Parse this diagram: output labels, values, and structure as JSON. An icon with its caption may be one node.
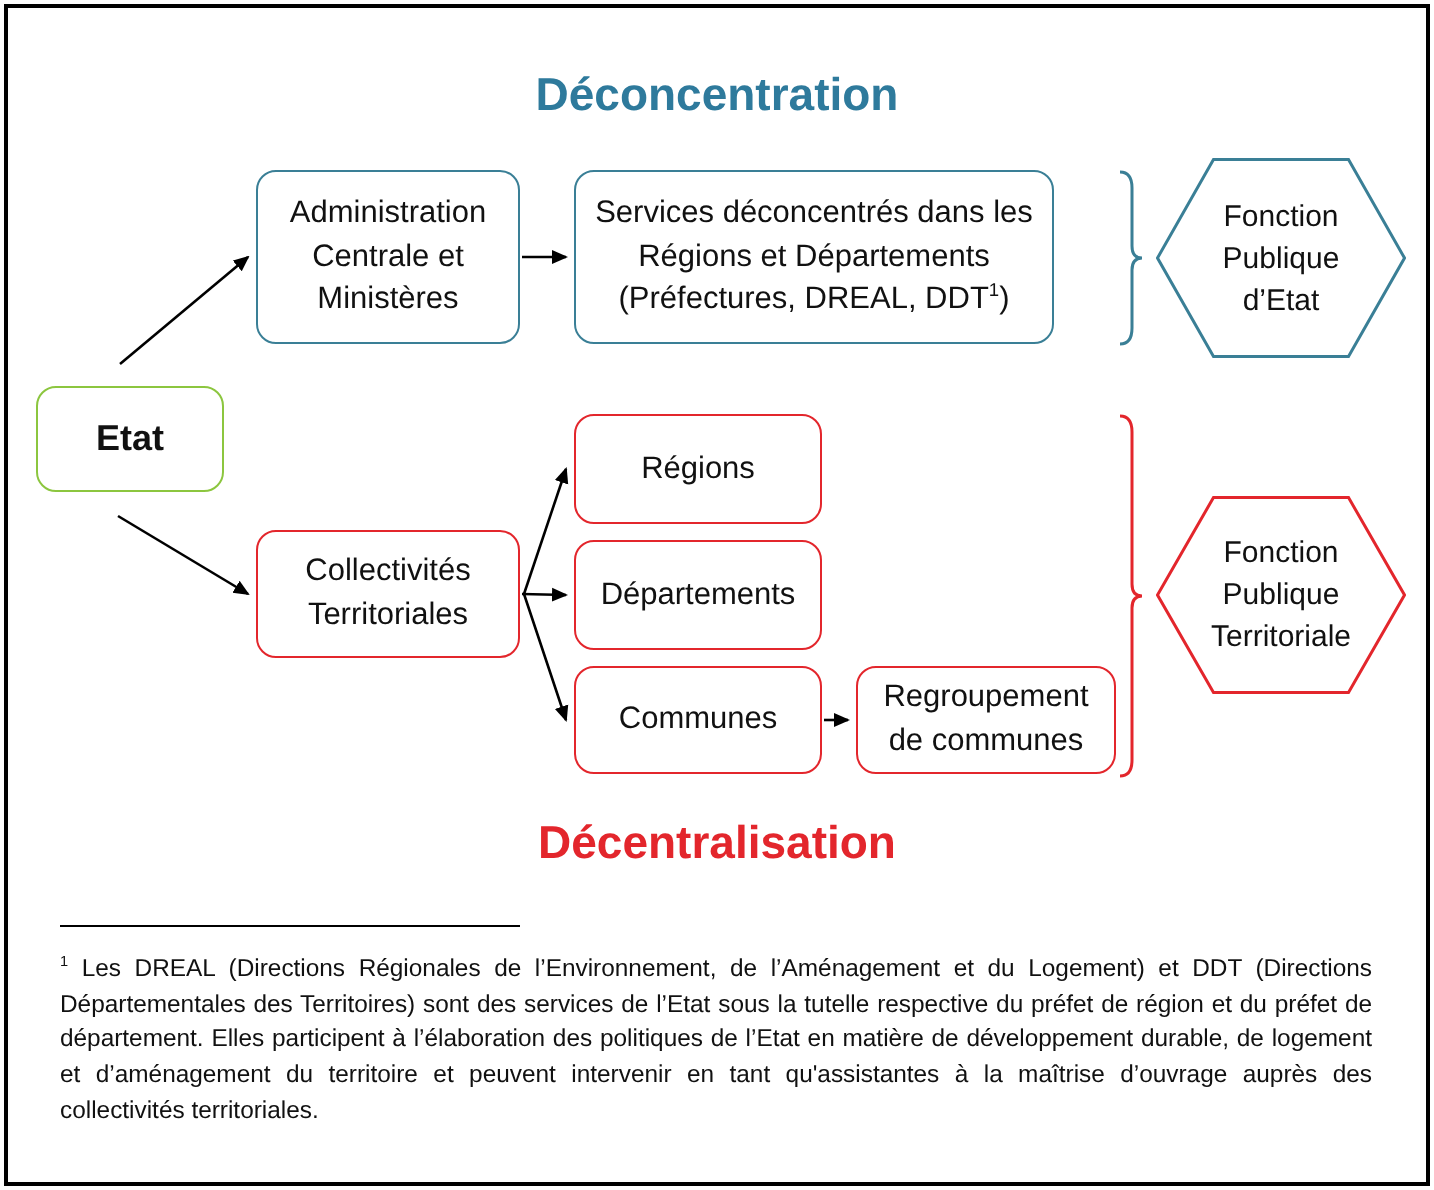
{
  "diagram": {
    "title": "Déconcentration",
    "nodes": [
      {
        "text": [
          "Etat"
        ]
      },
      {
        "text": [
          "Administration Centrale et Ministères"
        ]
      },
      {
        "text": [
          "Services déconcentrés dans les Régions et Départements (Préfectures, DREAL, DDT$^{1}$)"
        ]
      },
      {
        "text": [
          "Fonction Publique d’Etat"
        ]
      },
      {
        "text": [
          "Collectivités Territoriales"
        ]
      },
      {
        "text": [
          "Régions"
        ]
      },
      {
        "text": [
          "Départements"
        ]
      },
      {
        "text": [
          "Communes"
        ]
      },
      {
        "text": [
          "Regroupement de communes"
        ]
      },
      {
        "text": [
          "Fonction Publique Territoriale"
        ]
      }
    ],
    "edges": [
      {
        "from": 0,
        "to": 1,
        "arrow": "to"
      },
      {
        "from": 1,
        "to": 2,
        "arrow": "to"
      },
      {
        "from": 0,
        "to": 4,
        "arrow": "to"
      },
      {
        "from": 4,
        "to": 5,
        "arrow": "to"
      },
      {
        "from": 4,
        "to": 6,
        "arrow": "to"
      },
      {
        "from": 4,
        "to": 7,
        "arrow": "to"
      },
      {
        "from": 7,
        "to": 8,
        "arrow": "to"
      }
    ],
    "labels": [
      "Décentralisation",
      "$^{1}$ Les DREAL (Directions Régionales de l’Environnement, de l’Aménagement et du Logement) et DDT (Directions Départementales des Territoires) sont des services de l’Etat sous la tutelle respective du préfet de région et du préfet de département. Elles participent à l’élaboration des politiques de l’Etat en matière de développement durable, de logement et d’aménagement du territoire et peuvent intervenir en tant qu'assistantes à la maîtrise d’ouvrage auprès des collectivités territoriales."
    ]
  }
}
